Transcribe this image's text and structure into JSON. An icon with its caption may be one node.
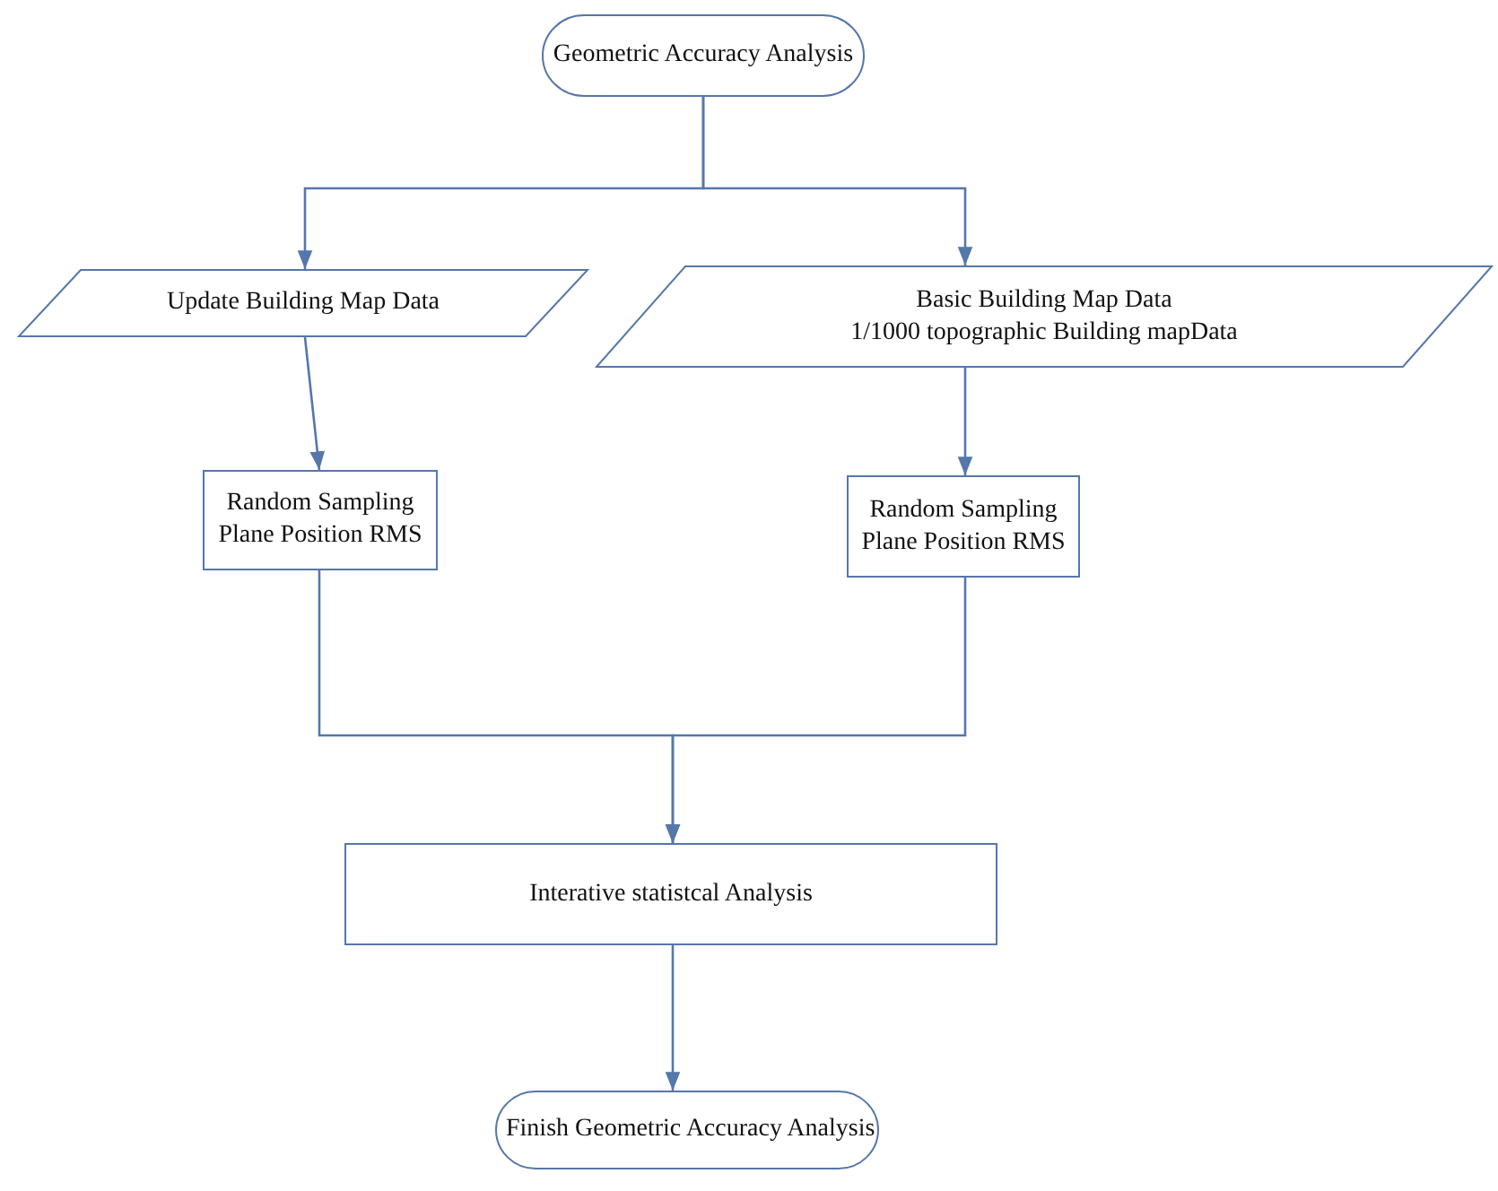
{
  "diagram": {
    "nodes": [
      {
        "text": [
          "Geometric Accuracy Analysis"
        ]
      },
      {
        "text": [
          "Update Building Map Data"
        ]
      },
      {
        "text": [
          "Basic Building Map Data",
          "1/1000 topographic Building mapData"
        ]
      },
      {
        "text": [
          "Random Sampling Plane Position RMS"
        ]
      },
      {
        "text": [
          "Random Sampling Plane Position RMS"
        ]
      },
      {
        "text": [
          "Interative statistcal Analysis"
        ]
      },
      {
        "text": [
          "Finish Geometric Accuracy Analysis"
        ]
      }
    ],
    "edges": [
      {
        "from": 0,
        "to": 1,
        "arrow": "to"
      },
      {
        "from": 0,
        "to": 2,
        "arrow": "to"
      },
      {
        "from": 1,
        "to": 3,
        "arrow": "to"
      },
      {
        "from": 2,
        "to": 4,
        "arrow": "to"
      },
      {
        "from": 3,
        "to": 5,
        "arrow": "to"
      },
      {
        "from": 4,
        "to": 5,
        "arrow": "to"
      },
      {
        "from": 5,
        "to": 6,
        "arrow": "to"
      }
    ]
  }
}
